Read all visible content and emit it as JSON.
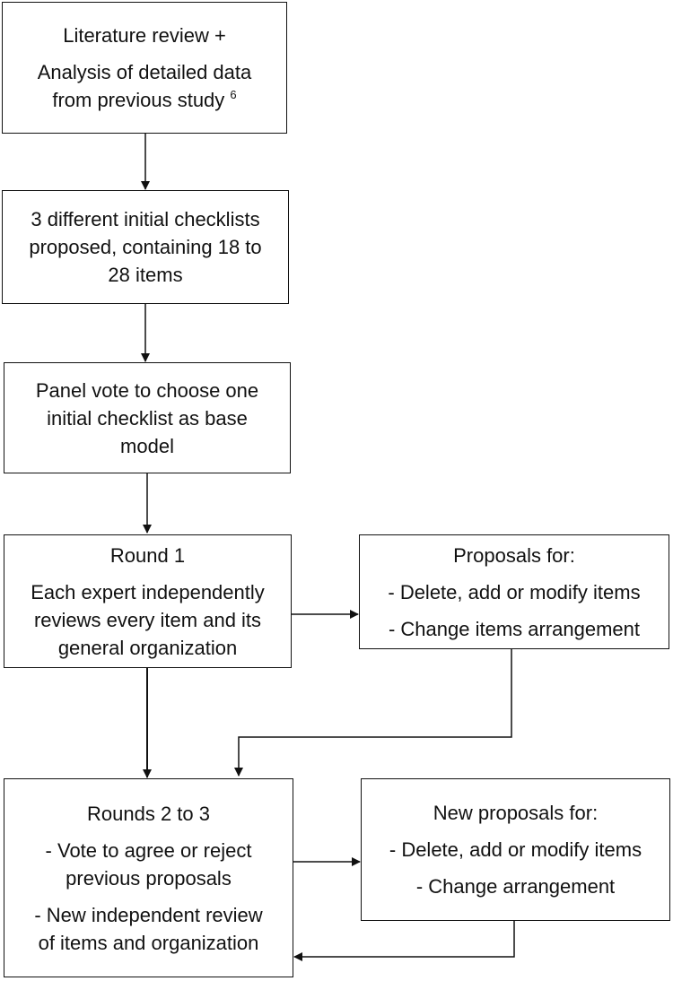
{
  "box_literature": {
    "line1": "Literature review +",
    "line2": "Analysis of detailed data",
    "line3": "from previous study",
    "superscript": "6"
  },
  "box_checklists": {
    "line1": "3 different initial checklists",
    "line2": "proposed, containing 18 to",
    "line3": "28 items"
  },
  "box_panel_vote": {
    "line1": "Panel vote to choose one",
    "line2": "initial checklist as base",
    "line3": "model"
  },
  "box_round1": {
    "title": "Round 1",
    "line1": "Each expert independently",
    "line2": "reviews every item and its",
    "line3": "general organization"
  },
  "box_proposals": {
    "title": "Proposals for:",
    "item1": "- Delete, add or modify items",
    "item2": "- Change items arrangement"
  },
  "box_rounds2to3": {
    "title": "Rounds 2 to 3",
    "line1": "- Vote to agree or reject",
    "line2": "previous proposals",
    "line3": "- New independent review",
    "line4": "of items and organization"
  },
  "box_new_proposals": {
    "title": "New proposals for:",
    "item1": "- Delete, add or modify items",
    "item2": "- Change arrangement"
  }
}
